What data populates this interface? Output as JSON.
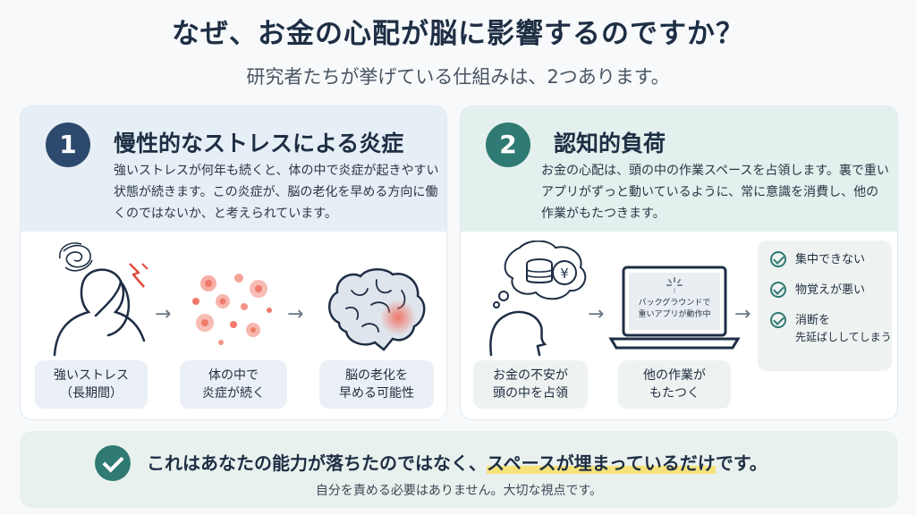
{
  "title": "なぜ、お金の心配が脳に影響するのですか？",
  "subtitle": "研究者たちが挙げている仕組みは、2つあります。",
  "panels": [
    {
      "number": "1",
      "heading": "慢性的なストレスによる炎症",
      "description": "強いストレスが何年も続くと、体の中で炎症が起きやすい状態が続きます。この炎症が、脳の老化を早める方向に働くのではないか、と考えられています。",
      "accent": "#2d4a6e",
      "steps": [
        {
          "line1": "強いストレス",
          "line2": "（長期間）"
        },
        {
          "line1": "体の中で",
          "line2": "炎症が続く"
        },
        {
          "line1": "脳の老化を",
          "line2": "早める可能性"
        }
      ]
    },
    {
      "number": "2",
      "heading": "認知的負荷",
      "description": "お金の心配は、頭の中の作業スペースを占領します。裏で重いアプリがずっと動いているように、常に意識を消費し、他の作業がもたつきます。",
      "accent": "#2f7a73",
      "laptop_line1": "バックグラウンドで",
      "laptop_line2": "重いアプリが動作中",
      "steps": [
        {
          "line1": "お金の不安が",
          "line2": "頭の中を占領"
        },
        {
          "line1": "他の作業が",
          "line2": "もたつく"
        }
      ],
      "results": [
        {
          "line1": "集中できない",
          "line2": ""
        },
        {
          "line1": "物覚えが悪い",
          "line2": ""
        },
        {
          "line1": "消断を",
          "line2": "先延ばししてしまう"
        }
      ]
    }
  ],
  "footer": {
    "main_before": "これはあなたの能力が落ちたのではなく、",
    "main_highlight": "スペースが埋まっているだけ",
    "main_after": "です。",
    "sub": "自分を責める必要はありません。大切な視点です。"
  },
  "icons": [
    "stress-head-icon",
    "lightning-icon",
    "inflammation-dots-icon",
    "brain-icon",
    "worried-head-icon",
    "coin-yen-icon",
    "laptop-icon",
    "check-icon",
    "arrow-right-icon"
  ]
}
